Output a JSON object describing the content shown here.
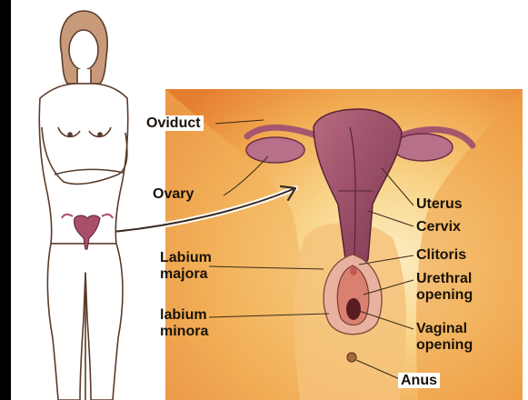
{
  "labels": {
    "oviduct": "Oviduct",
    "ovary": "Ovary",
    "labium_majora_1": "Labium",
    "labium_majora_2": "majora",
    "labium_minora_1": "labium",
    "labium_minora_2": "minora",
    "uterus": "Uterus",
    "cervix": "Cervix",
    "clitoris": "Clitoris",
    "urethral_1": "Urethral",
    "urethral_2": "opening",
    "vaginal_1": "Vaginal",
    "vaginal_2": "opening",
    "anus": "Anus"
  },
  "colors": {
    "skin_light": "#fbe7b4",
    "skin_orange": "#f0a64a",
    "skin_deep": "#e47a2c",
    "organ": "#9a4b63",
    "organ_dark": "#6e2d45",
    "leader": "#3a2a1a",
    "figure_outline": "#5b3b2b"
  }
}
